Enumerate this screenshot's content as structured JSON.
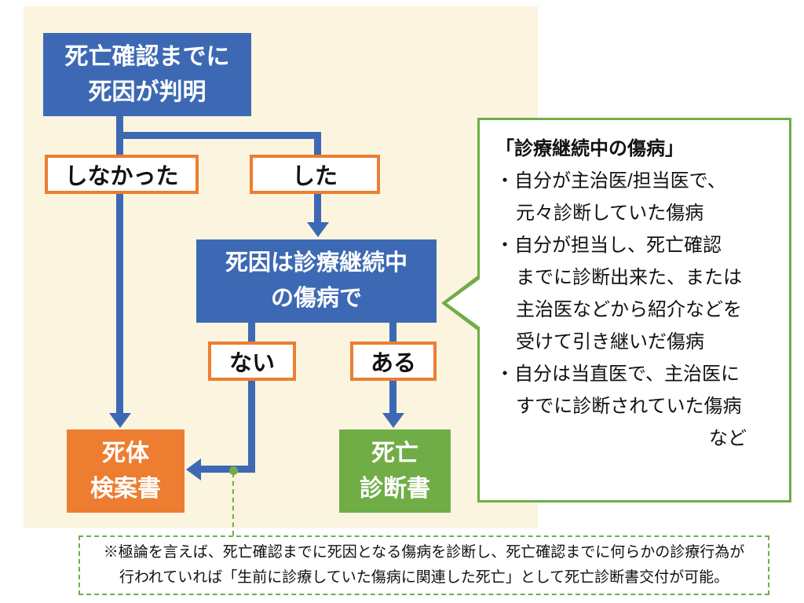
{
  "colors": {
    "blue": "#3d69b4",
    "orange": "#ed7d31",
    "green": "#70ad47",
    "cream_background": "#fbf4df"
  },
  "flowchart": {
    "top_box": {
      "line1": "死亡確認までに",
      "line2": "死因が判明"
    },
    "branch_shinakatta": "しなかった",
    "branch_shita": "した",
    "mid_box": {
      "line1": "死因は診療継続中",
      "line2": "の傷病で"
    },
    "branch_nai": "ない",
    "branch_aru": "ある",
    "kenansho": {
      "line1": "死体",
      "line2": "検案書"
    },
    "shindansho": {
      "line1": "死亡",
      "line2": "診断書"
    }
  },
  "callout": {
    "title": "「診療継続中の傷病」",
    "lines": [
      "・自分が主治医/担当医で、",
      "元々診断していた傷病",
      "・自分が担当し、死亡確認",
      "までに診断出来た、または",
      "主治医などから紹介などを",
      "受けて引き継いだ傷病",
      "・自分は当直医で、主治医に",
      "すでに診断されていた傷病"
    ],
    "suffix": "など"
  },
  "note": {
    "line1": "※極論を言えば、死亡確認までに死因となる傷病を診断し、死亡確認までに何らかの診療行為が",
    "line2": "行われていれば「生前に診療していた傷病に関連した死亡」として死亡診断書交付が可能。"
  }
}
